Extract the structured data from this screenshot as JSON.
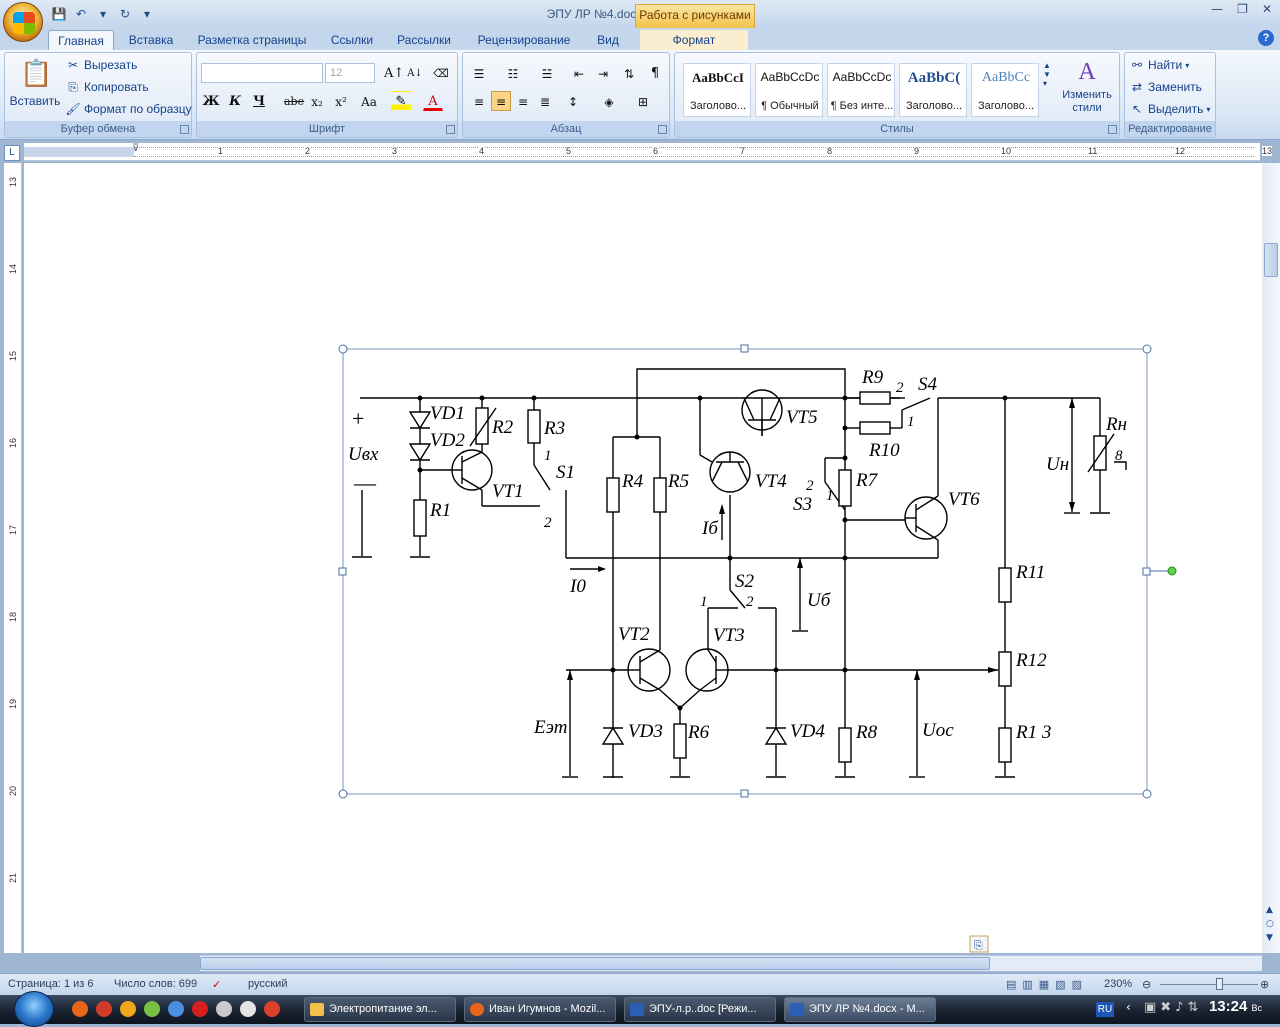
{
  "window": {
    "title": "ЭПУ ЛР №4.docx - Microsoft Word",
    "context_tab_title": "Работа с рисунками"
  },
  "tabs": [
    "Главная",
    "Вставка",
    "Разметка страницы",
    "Ссылки",
    "Рассылки",
    "Рецензирование",
    "Вид",
    "Формат"
  ],
  "ribbon": {
    "clipboard": {
      "label": "Буфер обмена",
      "paste": "Вставить",
      "cut": "Вырезать",
      "copy": "Копировать",
      "format_painter": "Формат по образцу"
    },
    "font": {
      "label": "Шрифт",
      "size": "12",
      "bold": "Ж",
      "italic": "К",
      "underline": "Ч",
      "strike": "abe",
      "sub": "x₂",
      "sup": "x²",
      "case": "Aa"
    },
    "paragraph": {
      "label": "Абзац"
    },
    "styles": {
      "label": "Стилы",
      "change_styles": "Изменить стили",
      "tiles": [
        {
          "preview": "AaBbCcI",
          "name": "Заголово..."
        },
        {
          "preview": "AaBbCcDc",
          "name": "¶ Обычный"
        },
        {
          "preview": "AaBbCcDc",
          "name": "¶ Без инте..."
        },
        {
          "preview": "AaBbC(",
          "name": "Заголово..."
        },
        {
          "preview": "AaBbCc",
          "name": "Заголово..."
        }
      ]
    },
    "editing": {
      "label": "Редактирование",
      "find": "Найти",
      "replace": "Заменить",
      "select": "Выделить"
    }
  },
  "ruler": {
    "h": [
      "1",
      "2",
      "3",
      "4",
      "5",
      "6",
      "7",
      "8",
      "9",
      "10",
      "11",
      "12",
      "13"
    ],
    "v": [
      "13",
      "14",
      "15",
      "16",
      "17",
      "18",
      "19",
      "20",
      "21"
    ]
  },
  "circuit": {
    "labels": [
      "VD1",
      "VD2",
      "R2",
      "R3",
      "R1",
      "VT1",
      "S1",
      "R4",
      "R5",
      "VT4",
      "VT5",
      "R9",
      "R10",
      "S4",
      "R7",
      "S3",
      "VT6",
      "Rн",
      "Uн",
      "R11",
      "R12",
      "R1 3",
      "VT2",
      "VT3",
      "R6",
      "VD3",
      "VD4",
      "R8",
      "S2",
      "I0",
      "Iб",
      "Uб",
      "Eэт",
      "Uос",
      "Uвх"
    ],
    "pins": [
      "1",
      "2",
      "1",
      "2",
      "1",
      "2",
      "2",
      "1",
      "8"
    ]
  },
  "status": {
    "page": "Страница: 1 из 6",
    "words": "Число слов: 699",
    "language": "русский",
    "zoom": "230%"
  },
  "taskbar": {
    "buttons": [
      "Электропитание эл...",
      "Иван Игумнов - Mozil...",
      "ЭПУ-л.р..doc [Режи...",
      "ЭПУ ЛР №4.docx - M..."
    ],
    "lang": "RU",
    "clock": "13:24",
    "day": "Вс"
  }
}
